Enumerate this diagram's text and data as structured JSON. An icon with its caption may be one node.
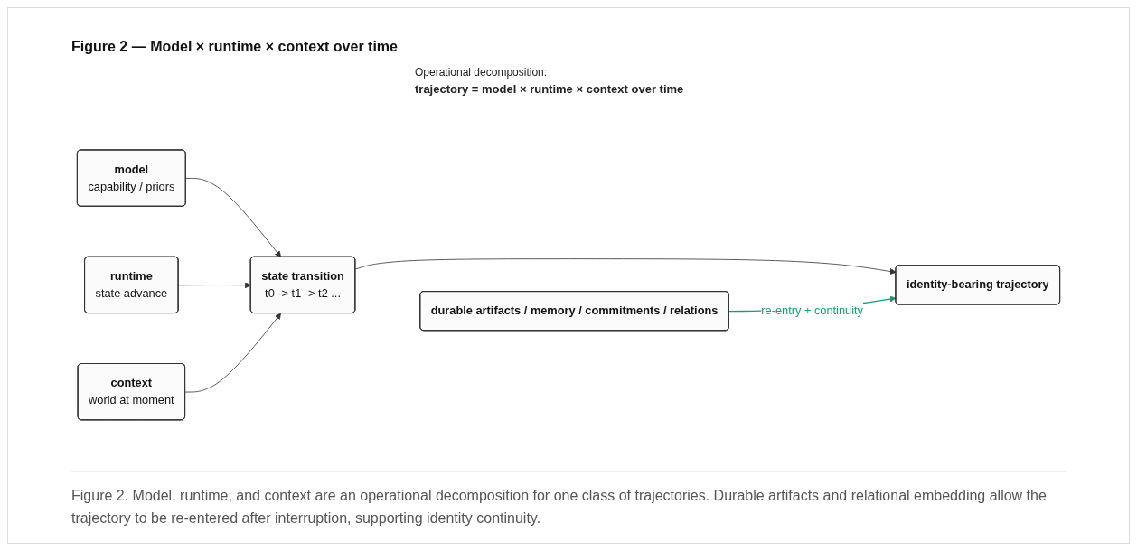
{
  "diagram": {
    "title": "Figure 2 — Model × runtime × context over time",
    "caption": "Figure 2. Model, runtime, and context are an operational decomposition for one class of trajectories. Durable artifacts and relational embedding allow the trajectory to be re-entered after interruption, supporting identity continuity.",
    "nodes": [
      {
        "text": [
          "model",
          "capability / priors"
        ]
      },
      {
        "text": [
          "runtime",
          "state advance"
        ]
      },
      {
        "text": [
          "context",
          "world at moment"
        ]
      },
      {
        "text": [
          "state transition",
          "t0 -> t1 -> t2 ..."
        ]
      },
      {
        "text": [
          "identity-bearing trajectory"
        ]
      },
      {
        "text": [
          "durable artifacts / memory / commitments / relations"
        ]
      }
    ],
    "edges": [
      {
        "from": 0,
        "to": 3,
        "arrow": "to"
      },
      {
        "from": 1,
        "to": 3,
        "arrow": "to"
      },
      {
        "from": 2,
        "to": 3,
        "arrow": "to"
      },
      {
        "from": 3,
        "to": 4,
        "arrow": "to"
      },
      {
        "from": 5,
        "to": 4,
        "arrow": "to",
        "label": "re-entry + continuity",
        "color": "#1f9a6f"
      }
    ],
    "labels": [
      "Operational decomposition:",
      "trajectory = model × runtime × context over time"
    ]
  }
}
